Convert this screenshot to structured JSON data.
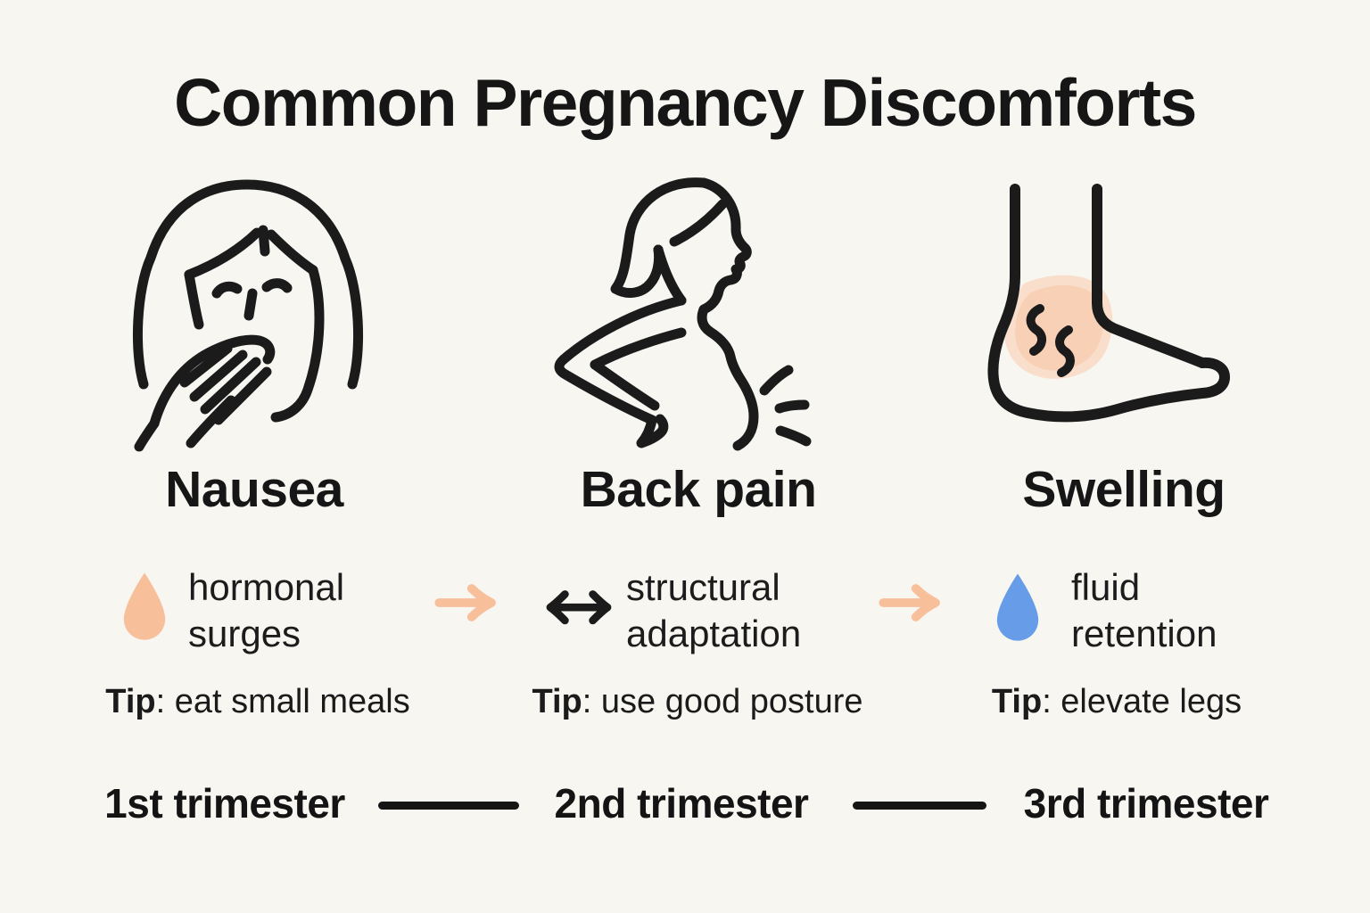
{
  "page": {
    "background": "#f8f6f1",
    "ink": "#1b1b1b",
    "accent_peach": "#f8bf9b",
    "swell_peach": "#f8cbac",
    "accent_blue": "#679de8"
  },
  "title": "Common Pregnancy Discomforts",
  "columns": [
    {
      "symptom": "Nausea",
      "icon": "woman-covering-mouth-icon",
      "cause": {
        "icon": "peach-droplet-icon",
        "line1": "hormonal",
        "line2": "surges"
      },
      "tip_label": "Tip",
      "tip_text": ": eat small meals",
      "trimester": "1st trimester"
    },
    {
      "symptom": "Back pain",
      "icon": "pregnant-woman-back-pain-icon",
      "cause": {
        "icon": "double-arrow-icon",
        "line1": "structural",
        "line2": "adaptation"
      },
      "tip_label": "Tip",
      "tip_text": ": use good posture",
      "trimester": "2nd trimester"
    },
    {
      "symptom": "Swelling",
      "icon": "swollen-ankle-icon",
      "cause": {
        "icon": "blue-droplet-icon",
        "line1": "fluid",
        "line2": "retention"
      },
      "tip_label": "Tip",
      "tip_text": ": elevate legs",
      "trimester": "3rd trimester"
    }
  ]
}
